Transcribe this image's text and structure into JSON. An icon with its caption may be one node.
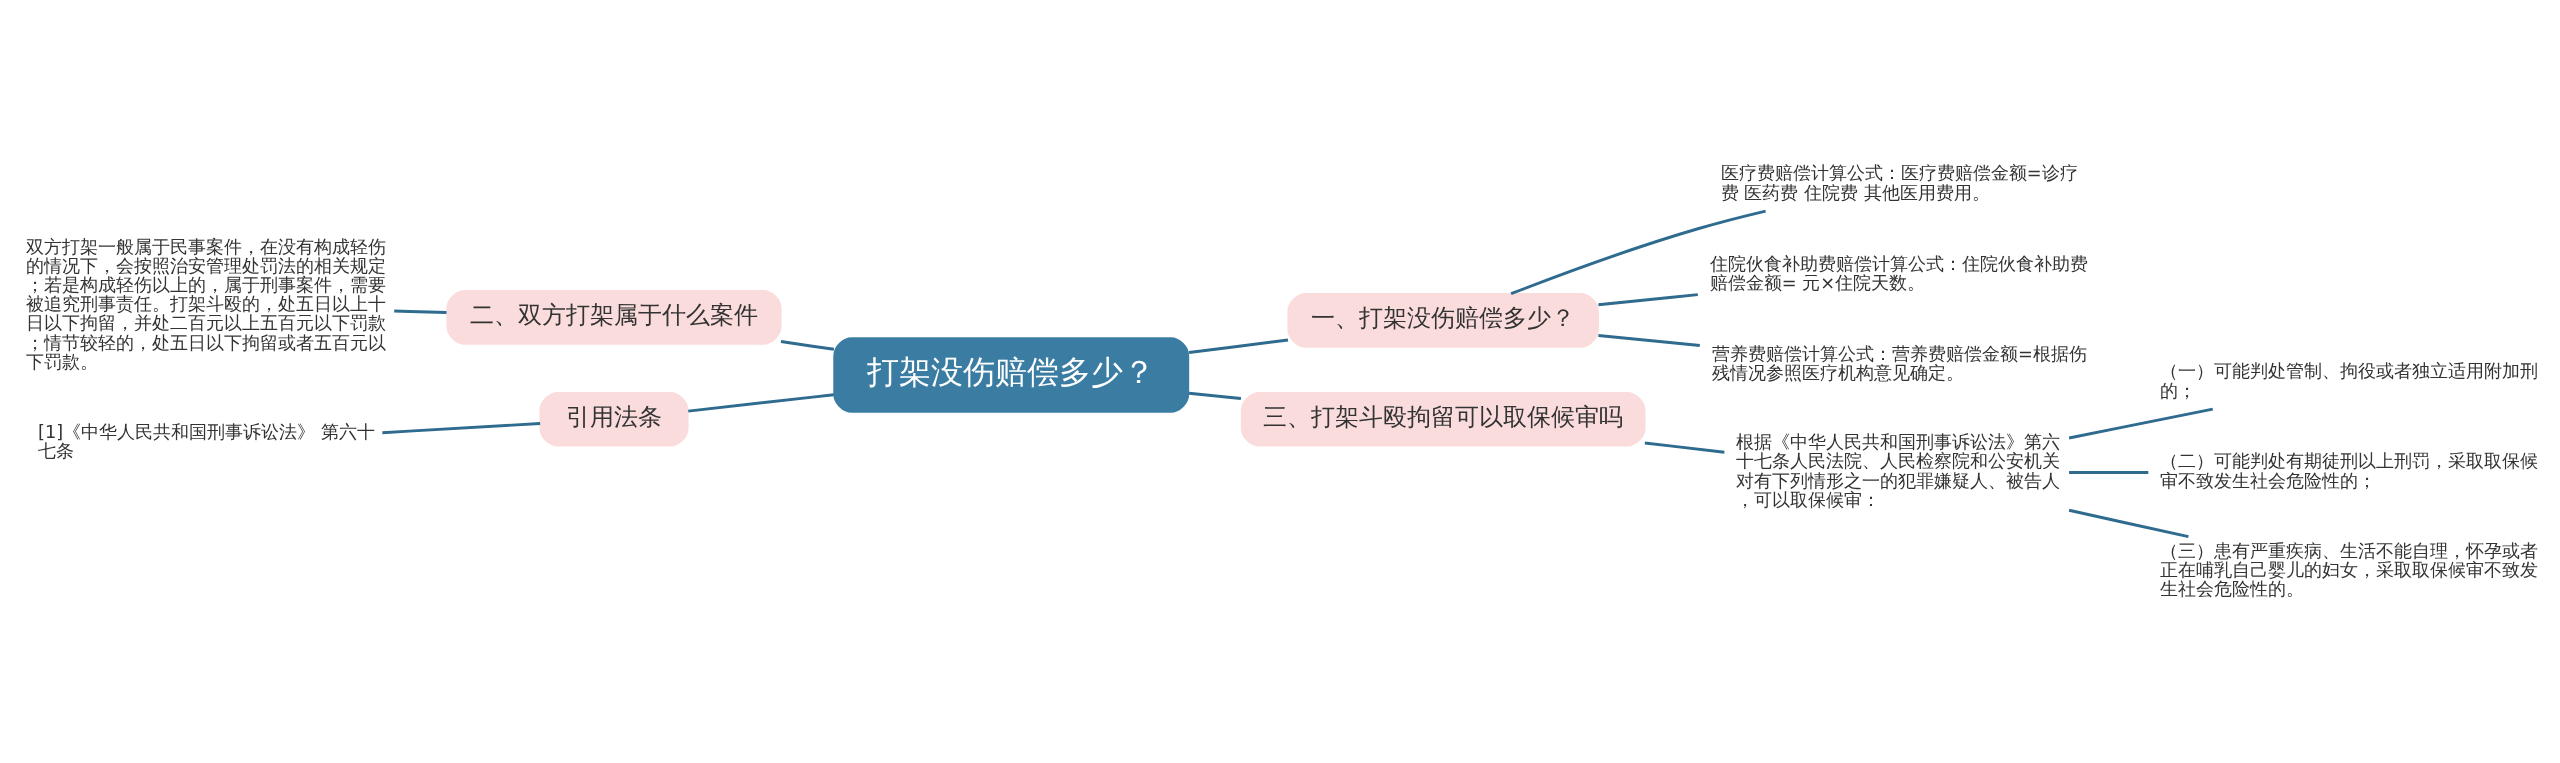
{
  "diagram": {
    "nodes": [
      {
        "text": [
          "打架没伤赔偿多少？"
        ]
      },
      {
        "text": [
          "一、打架没伤赔偿多少？"
        ]
      },
      {
        "text": [
          "医疗费赔偿计算公式：医疗费赔偿金额=诊疗费 医药费 住院费 其他医用费用。"
        ]
      },
      {
        "text": [
          "住院伙食补助费赔偿计算公式：住院伙食补助费赔偿金额= 元×住院天数。"
        ]
      },
      {
        "text": [
          "营养费赔偿计算公式：营养费赔偿金额=根据伤残情况参照医疗机构意见确定。"
        ]
      },
      {
        "text": [
          "二、双方打架属于什么案件"
        ]
      },
      {
        "text": [
          "双方打架一般属于民事案件，在没有构成轻伤的情况下，会按照治安管理处罚法的相关规定；若是构成轻伤以上的，属于刑事案件，需要被追究刑事责任。打架斗殴的，处五日以上十日以下拘留，并处二百元以上五百元以下罚款；情节较轻的，处五日以下拘留或者五百元以下罚款。"
        ]
      },
      {
        "text": [
          "引用法条"
        ]
      },
      {
        "text": [
          "[1]《中华人民共和国刑事诉讼法》 第六十七条"
        ]
      },
      {
        "text": [
          "三、打架斗殴拘留可以取保候审吗"
        ]
      },
      {
        "text": [
          "根据《中华人民共和国刑事诉讼法》第六十七条人民法院、人民检察院和公安机关对有下列情形之一的犯罪嫌疑人、被告人，可以取保候审："
        ]
      },
      {
        "text": [
          "（一）可能判处管制、拘役或者独立适用附加刑的；"
        ]
      },
      {
        "text": [
          "（二）可能判处有期徒刑以上刑罚，采取取保候审不致发生社会危险性的；"
        ]
      },
      {
        "text": [
          "（三）患有严重疾病、生活不能自理，怀孕或者正在哺乳自己婴儿的妇女，采取取保候审不致发生社会危险性的。"
        ]
      }
    ],
    "edges": [
      {
        "from": 0,
        "to": 1,
        "arrow": "none"
      },
      {
        "from": 1,
        "to": 2,
        "arrow": "none"
      },
      {
        "from": 1,
        "to": 3,
        "arrow": "none"
      },
      {
        "from": 1,
        "to": 4,
        "arrow": "none"
      },
      {
        "from": 0,
        "to": 5,
        "arrow": "none"
      },
      {
        "from": 5,
        "to": 6,
        "arrow": "none"
      },
      {
        "from": 0,
        "to": 7,
        "arrow": "none"
      },
      {
        "from": 7,
        "to": 8,
        "arrow": "none"
      },
      {
        "from": 0,
        "to": 9,
        "arrow": "none"
      },
      {
        "from": 9,
        "to": 10,
        "arrow": "none"
      },
      {
        "from": 10,
        "to": 11,
        "arrow": "none"
      },
      {
        "from": 10,
        "to": 12,
        "arrow": "none"
      },
      {
        "from": 10,
        "to": 13,
        "arrow": "none"
      }
    ]
  }
}
